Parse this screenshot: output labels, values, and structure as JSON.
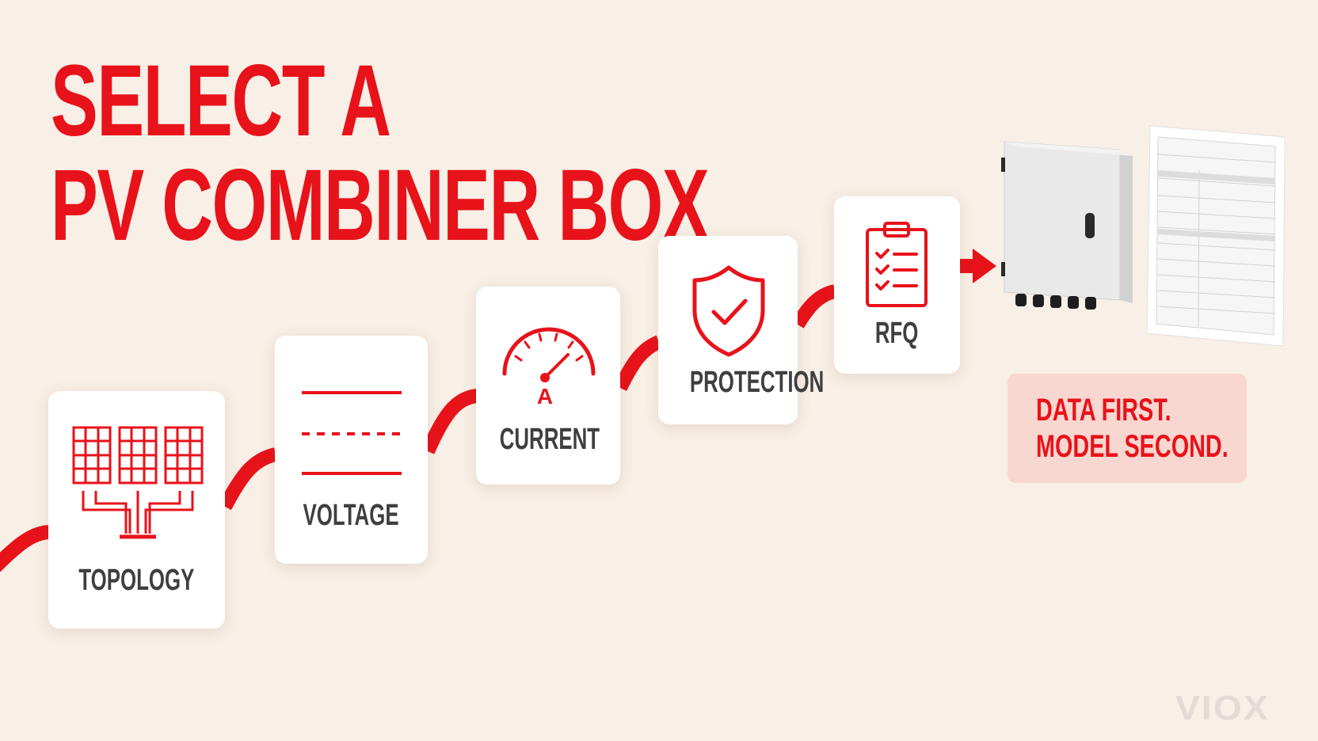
{
  "title": {
    "line1": "SELECT A",
    "line2": "PV COMBINER BOX"
  },
  "steps": [
    {
      "label": "TOPOLOGY",
      "icon": "solar-panels-icon"
    },
    {
      "label": "VOLTAGE",
      "icon": "voltage-lines-icon"
    },
    {
      "label": "CURRENT",
      "icon": "ammeter-gauge-icon",
      "gauge_unit": "A"
    },
    {
      "label": "PROTECTION",
      "icon": "shield-check-icon"
    },
    {
      "label": "RFQ",
      "icon": "clipboard-checklist-icon"
    }
  ],
  "tagline": {
    "line1": "DATA FIRST.",
    "line2": "MODEL SECOND."
  },
  "product_image": {
    "items": [
      "combiner-box-enclosure",
      "datasheet-document"
    ]
  },
  "logo": {
    "text": "VIOX"
  },
  "colors": {
    "accent": "#e8121a",
    "background": "#f8efe6",
    "label_text": "#3f3f3f",
    "tagline_bg": "#f8d7d0",
    "card_bg": "#ffffff"
  }
}
